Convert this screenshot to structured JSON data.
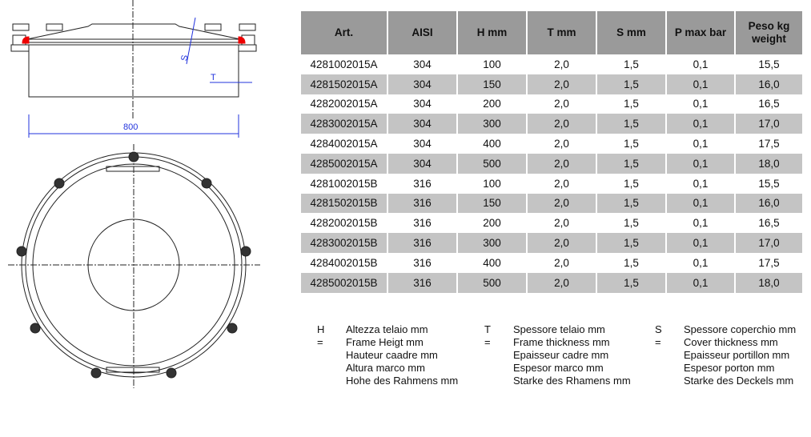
{
  "drawing": {
    "dimension_width": "800",
    "label_s": "S",
    "label_t": "T"
  },
  "table": {
    "headers": [
      "Art.",
      "AISI",
      "H mm",
      "T mm",
      "S mm",
      "P max bar",
      "Peso kg weight"
    ],
    "rows": [
      [
        "4281002015A",
        "304",
        "100",
        "2,0",
        "1,5",
        "0,1",
        "15,5"
      ],
      [
        "4281502015A",
        "304",
        "150",
        "2,0",
        "1,5",
        "0,1",
        "16,0"
      ],
      [
        "4282002015A",
        "304",
        "200",
        "2,0",
        "1,5",
        "0,1",
        "16,5"
      ],
      [
        "4283002015A",
        "304",
        "300",
        "2,0",
        "1,5",
        "0,1",
        "17,0"
      ],
      [
        "4284002015A",
        "304",
        "400",
        "2,0",
        "1,5",
        "0,1",
        "17,5"
      ],
      [
        "4285002015A",
        "304",
        "500",
        "2,0",
        "1,5",
        "0,1",
        "18,0"
      ],
      [
        "4281002015B",
        "316",
        "100",
        "2,0",
        "1,5",
        "0,1",
        "15,5"
      ],
      [
        "4281502015B",
        "316",
        "150",
        "2,0",
        "1,5",
        "0,1",
        "16,0"
      ],
      [
        "4282002015B",
        "316",
        "200",
        "2,0",
        "1,5",
        "0,1",
        "16,5"
      ],
      [
        "4283002015B",
        "316",
        "300",
        "2,0",
        "1,5",
        "0,1",
        "17,0"
      ],
      [
        "4284002015B",
        "316",
        "400",
        "2,0",
        "1,5",
        "0,1",
        "17,5"
      ],
      [
        "4285002015B",
        "316",
        "500",
        "2,0",
        "1,5",
        "0,1",
        "18,0"
      ]
    ]
  },
  "legend": [
    {
      "key": "H =",
      "lines": [
        "Altezza telaio mm",
        "Frame Heigt mm",
        "Hauteur caadre mm",
        "Altura marco mm",
        "Hohe des Rahmens mm"
      ]
    },
    {
      "key": "T =",
      "lines": [
        "Spessore telaio mm",
        "Frame thickness mm",
        "Epaisseur cadre mm",
        "Espesor marco mm",
        "Starke des Rhamens mm"
      ]
    },
    {
      "key": "S =",
      "lines": [
        "Spessore coperchio mm",
        "Cover thickness mm",
        "Epaisseur portillon mm",
        "Espesor porton mm",
        "Starke des Deckels mm"
      ]
    }
  ]
}
